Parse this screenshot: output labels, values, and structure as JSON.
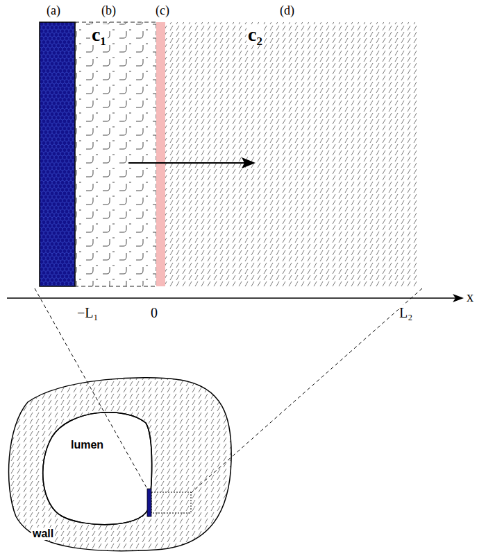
{
  "diagram": {
    "nodes": [
      {
        "text": [
          "(a)"
        ]
      },
      {
        "text": [
          "(b)",
          "c₁"
        ]
      },
      {
        "text": [
          "(c)"
        ]
      },
      {
        "text": [
          "(d)",
          "c₂"
        ]
      },
      {
        "text": [
          "wall"
        ]
      },
      {
        "text": [
          "lumen"
        ],
        "in": 4
      }
    ],
    "labels": [
      "−L₁",
      "0",
      "L₂",
      "x"
    ]
  }
}
